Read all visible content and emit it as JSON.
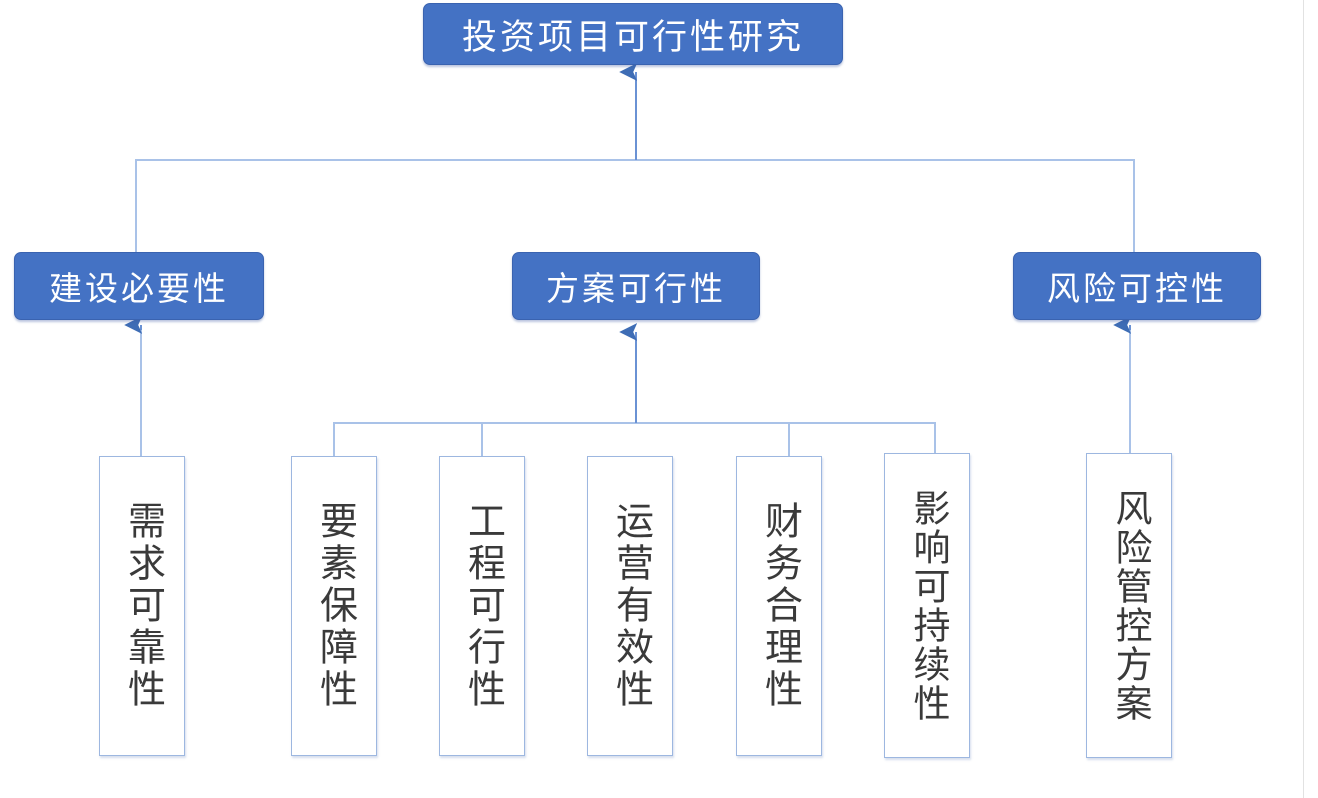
{
  "diagram": {
    "title_node": {
      "label": "投资项目可行性研究"
    },
    "level2": [
      {
        "label": "建设必要性"
      },
      {
        "label": "方案可行性"
      },
      {
        "label": "风险可控性"
      }
    ],
    "leaves": [
      {
        "label": "需求可靠性",
        "parent": "建设必要性"
      },
      {
        "label": "要素保障性",
        "parent": "方案可行性"
      },
      {
        "label": "工程可行性",
        "parent": "方案可行性"
      },
      {
        "label": "运营有效性",
        "parent": "方案可行性"
      },
      {
        "label": "财务合理性",
        "parent": "方案可行性"
      },
      {
        "label": "影响可持续性",
        "parent": "方案可行性"
      },
      {
        "label": "风险管控方案",
        "parent": "风险可控性"
      }
    ],
    "colors": {
      "node_fill": "#4472C4",
      "node_text": "#ffffff",
      "leaf_fill": "#ffffff",
      "leaf_border": "#9DB7E0",
      "leaf_text": "#3A3A3A",
      "connector": "#A9C2E8",
      "arrow": "#3E6DB5",
      "background": "#ffffff"
    }
  }
}
